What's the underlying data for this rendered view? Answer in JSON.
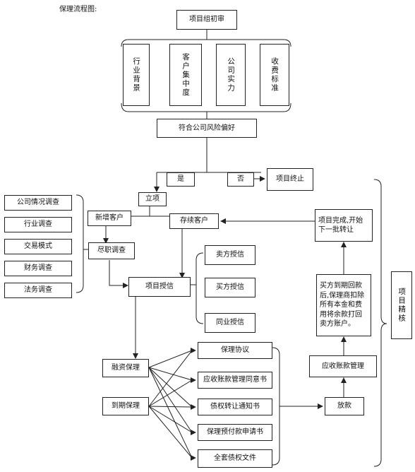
{
  "diagram": {
    "title": "保理流程图:",
    "nodes": {
      "project_initial_review": "项目组初审",
      "industry_background": "行业背景",
      "customer_concentration": "客户集中度",
      "company_strength": "公司实力",
      "collection_standard": "收费标准",
      "meets_risk_preference": "符合公司风险偏好",
      "yes": "是",
      "no": "否",
      "project_terminated": "项目终止",
      "project_approval": "立项",
      "new_customer": "新增客户",
      "existing_customer": "存续客户",
      "company_investigation": "公司情况调查",
      "industry_investigation": "行业调查",
      "transaction_mode": "交易模式",
      "financial_investigation": "财务调查",
      "legal_investigation": "法务调查",
      "due_diligence": "尽职调查",
      "project_credit": "项目授信",
      "seller_credit": "卖方授信",
      "buyer_credit": "买方授信",
      "peer_credit": "同业授信",
      "financing_factoring": "融资保理",
      "maturity_factoring": "到期保理",
      "factoring_agreement": "保理协议",
      "receivable_mgmt_letter": "应收账款管理同意书",
      "assignment_notice": "债权转让通知书",
      "factoring_advance_request": "保理预付款申请书",
      "all_debt_documents": "全套债权文件",
      "disbursement": "放款",
      "receivables_management": "应收账款管理",
      "buyer_payment_text": "买方到期回款后,保理商扣除所有本金和费用将余款打回卖方账户。",
      "project_complete": "项目完成,开始下一批转让",
      "project_archive": "项目精核"
    }
  }
}
